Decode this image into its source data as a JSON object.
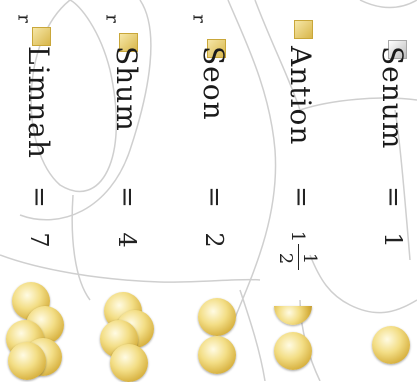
{
  "columns": [
    {
      "prefix": "r",
      "name": "Limnah",
      "eq": "=",
      "value": "7",
      "swatch": "gold"
    },
    {
      "prefix": "r",
      "name": "Shum",
      "eq": "=",
      "value": "4",
      "swatch": "gold"
    },
    {
      "prefix": "r",
      "name": "Seon",
      "eq": "=",
      "value": "2",
      "swatch": "gold"
    },
    {
      "prefix": "",
      "name": "Antion",
      "eq": "=",
      "value_whole": "1",
      "value_num": "1",
      "value_den": "2",
      "swatch": "gold"
    },
    {
      "prefix": "",
      "name": "Senum",
      "eq": "=",
      "value": "1",
      "swatch": "silver"
    }
  ],
  "colors": {
    "gold_light": "#f6e7a8",
    "gold_dark": "#d8b64a",
    "silver": "#bdbdbd",
    "line": "#cfcfcf"
  }
}
